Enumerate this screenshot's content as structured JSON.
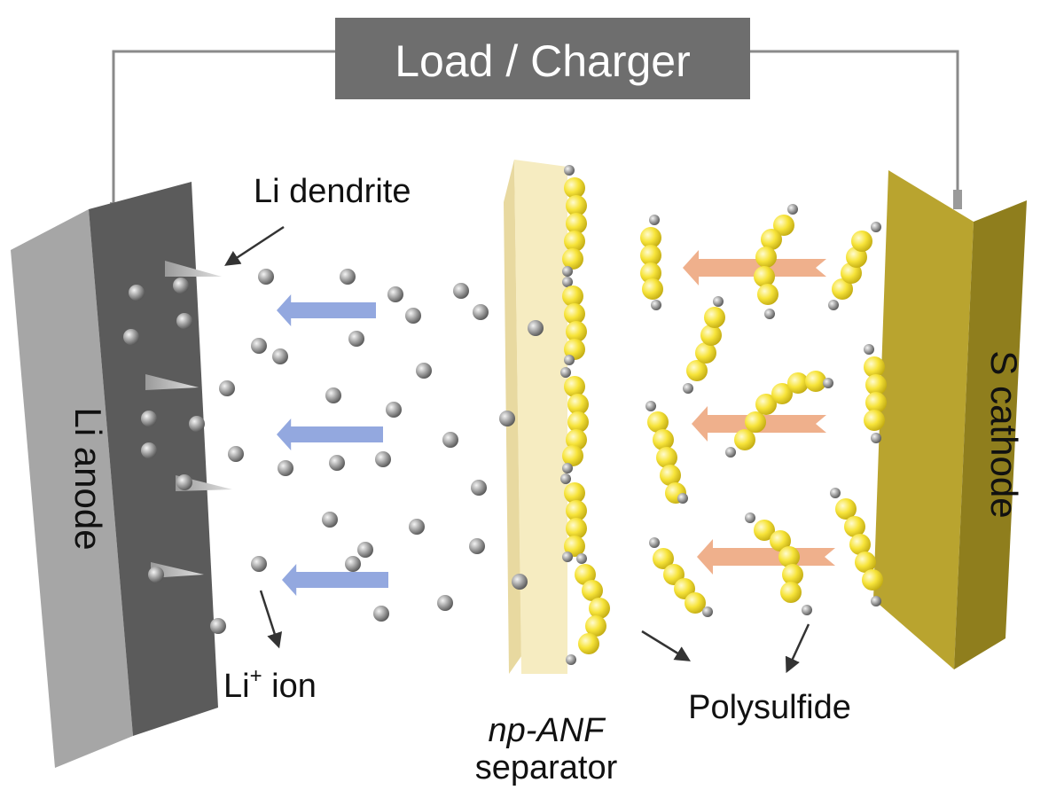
{
  "header": {
    "label": "Load / Charger"
  },
  "anode": {
    "label": "Li anode"
  },
  "cathode": {
    "label": "S cathode"
  },
  "separator": {
    "label_italic": "np-ANF",
    "label_line2": "separator"
  },
  "labels": {
    "dendrite": "Li dendrite",
    "ion_base": "Li",
    "ion_sup": "+",
    "ion_rest": " ion",
    "polysulfide": "Polysulfide"
  },
  "colors": {
    "header_box": "#6e6e6e",
    "wire": "#8a8a8a",
    "anode_front": "#5b5b5b",
    "anode_side": "#a6a6a6",
    "cathode_front": "#b9a42f",
    "cathode_side": "#8f7e1d",
    "separator_front": "#f6ecc1",
    "separator_side": "#e8d9a0",
    "sulfur": "#f7e43a",
    "li_atom": "#9a9a9a",
    "ion_arrow": "#93a8df",
    "polysulfide_arrow": "#efb08c"
  }
}
